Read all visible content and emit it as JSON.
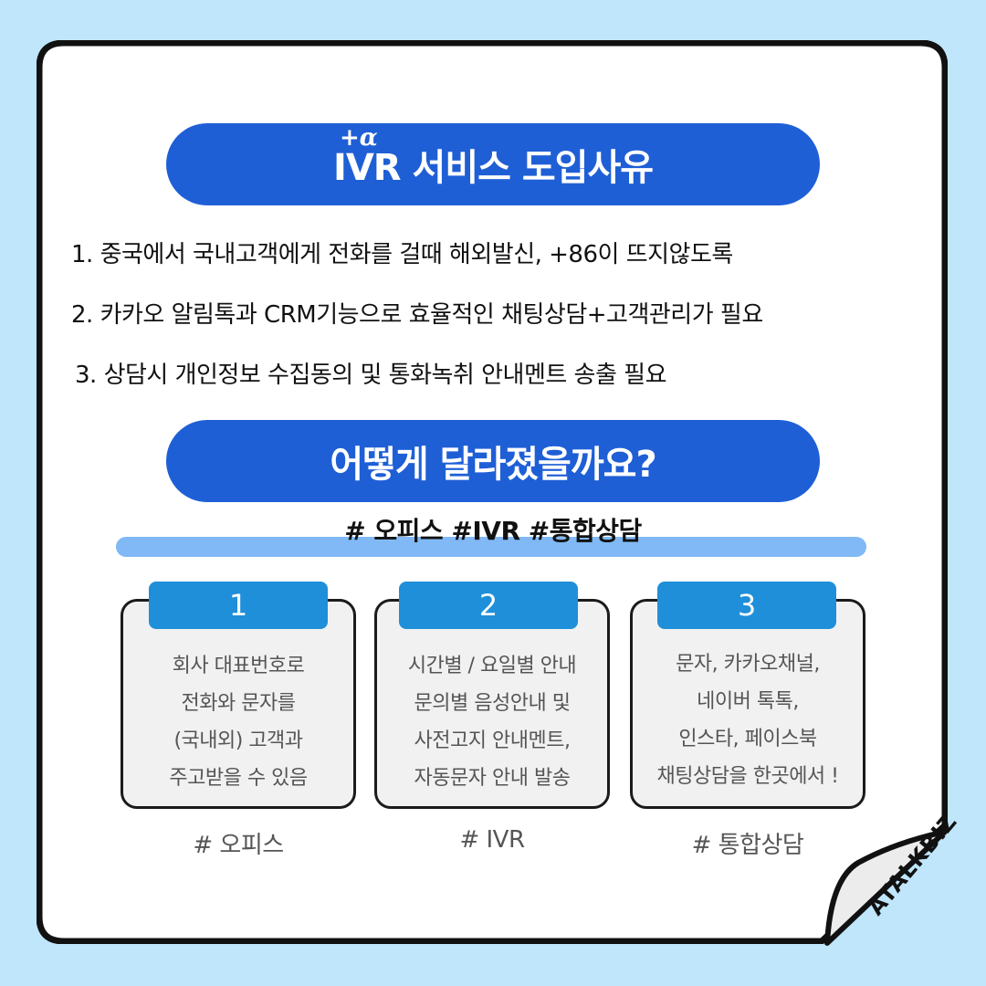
{
  "header1": {
    "title": "IVR 서비스 도입사유",
    "superscript": "+α"
  },
  "reasons": [
    "1. 중국에서 국내고객에게 전화를 걸때 해외발신, +86이 뜨지않도록",
    "2. 카카오 알림톡과 CRM기능으로 효율적인 채팅상담+고객관리가 필요",
    "3. 상담시 개인정보 수집동의 및 통화녹취 안내멘트 송출 필요"
  ],
  "header2": {
    "title": "어떻게 달라졌을까요?"
  },
  "hashtags": "# 오피스  #IVR  #통합상담",
  "cards": [
    {
      "number": "1",
      "lines": [
        "회사 대표번호로",
        "전화와 문자를",
        "(국내외) 고객과",
        "주고받을 수 있음"
      ],
      "caption": "# 오피스"
    },
    {
      "number": "2",
      "lines": [
        "시간별 / 요일별 안내",
        "문의별 음성안내 및",
        "사전고지 안내멘트,",
        "자동문자 안내 발송"
      ],
      "caption": "# IVR"
    },
    {
      "number": "3",
      "lines": [
        "문자, 카카오채널,",
        "네이버 톡톡,",
        "인스타, 페이스북",
        "채팅상담을 한곳에서 !"
      ],
      "caption": "# 통합상담"
    }
  ],
  "brand": "ATALKBIZ",
  "colors": {
    "background": "#bfe6fb",
    "pill": "#1f5fd6",
    "number_tab": "#1f8fd9",
    "bar": "#80b9f5"
  }
}
